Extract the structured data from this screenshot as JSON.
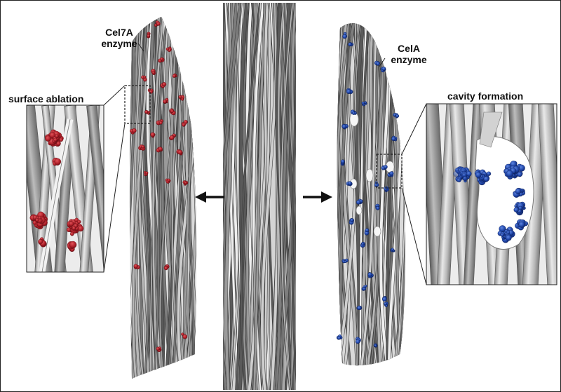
{
  "labels": {
    "cel7a_line1": "Cel7A",
    "cel7a_line2": "enzyme",
    "cela_line1": "CelA",
    "cela_line2": "enzyme",
    "surface_ablation": "surface ablation",
    "cavity_formation": "cavity formation"
  },
  "colors": {
    "fiber_dark": "#6b6b6b",
    "fiber_mid": "#a8a8a8",
    "fiber_light": "#e4e4e4",
    "cel7a_enzyme": "#b0202a",
    "cela_enzyme": "#1f45a8",
    "arrow": "#111111",
    "callout_line": "#222222"
  },
  "icons": {
    "left_arrow": "arrow-left-icon",
    "right_arrow": "arrow-right-icon"
  }
}
